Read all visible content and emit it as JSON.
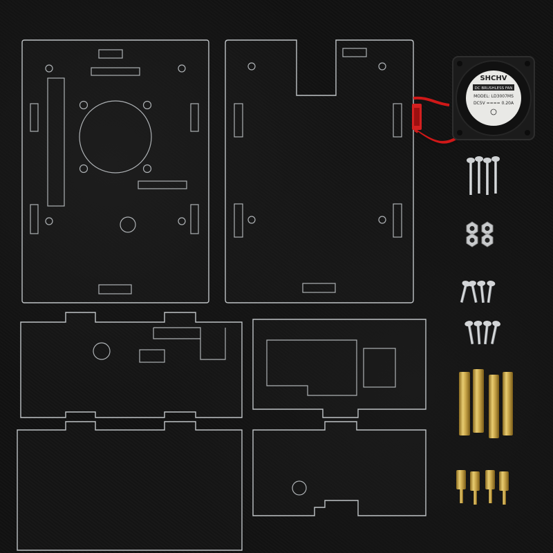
{
  "fan": {
    "brand": "SHCHV",
    "type": "DC BRUSHLESS FAN",
    "model": "MODEL: LD3007MS",
    "rating": "DC5V ==== 0.20A"
  },
  "colors": {
    "background": "#121212",
    "acrylic_edge": "#bfc3c6",
    "brass": "#c9a64a",
    "steel": "#c7c9cb",
    "wire_red": "#d01818",
    "fan_body": "#1b1b1b"
  },
  "icons": {
    "fan": "cooling-fan-icon",
    "screw": "screw-icon",
    "nut": "nut-icon",
    "standoff": "brass-standoff-icon"
  }
}
